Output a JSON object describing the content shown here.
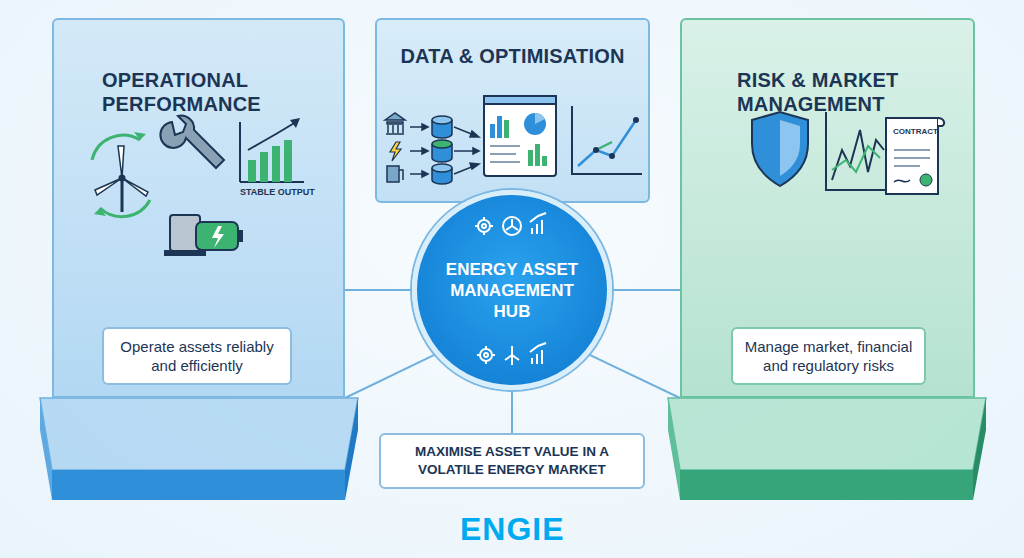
{
  "diagram": {
    "nodes": [
      {
        "text": [
          "OPERATIONAL PERFORMANCE"
        ]
      },
      {
        "text": [
          "Operate assets reliably and efficiently"
        ],
        "in": 0
      },
      {
        "text": [
          "DATA & OPTIMISATION"
        ]
      },
      {
        "text": [
          "RISK & MARKET MANAGEMENT"
        ]
      },
      {
        "text": [
          "Manage market, financial and regulatory risks"
        ],
        "in": 3
      },
      {
        "text": [
          "ENERGY ASSET MANAGEMENT HUB"
        ]
      },
      {
        "text": [
          "MAXIMISE ASSET VALUE IN A VOLATILE ENERGY MARKET"
        ]
      }
    ],
    "edges": [
      {
        "from": 5,
        "to": 0,
        "arrow": "none"
      },
      {
        "from": 5,
        "to": 0,
        "arrow": "none"
      },
      {
        "from": 5,
        "to": 2,
        "arrow": "none"
      },
      {
        "from": 5,
        "to": 3,
        "arrow": "none"
      },
      {
        "from": 5,
        "to": 3,
        "arrow": "none"
      },
      {
        "from": 5,
        "to": 6,
        "arrow": "none"
      }
    ],
    "labels": [
      "STABLE OUTPUT",
      "CONTRACT",
      "ENGIE"
    ]
  }
}
